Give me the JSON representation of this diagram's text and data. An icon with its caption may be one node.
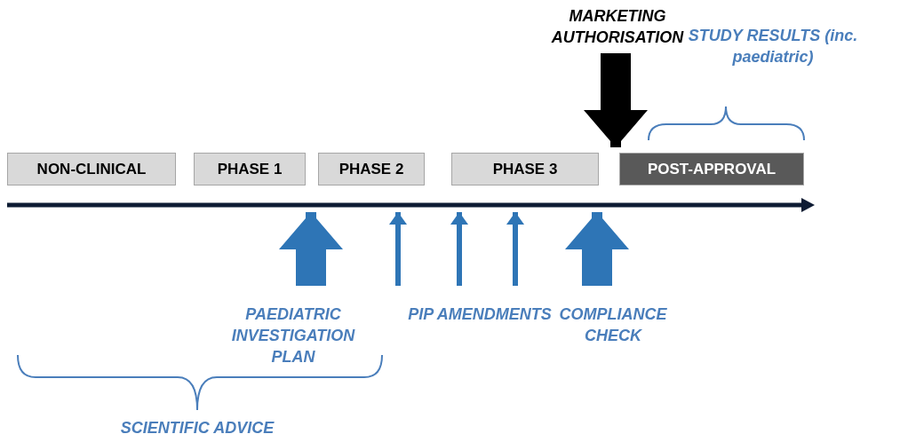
{
  "diagram": {
    "nodes": [
      {
        "text": [
          "NON-CLINICAL"
        ]
      },
      {
        "text": [
          "PHASE 1"
        ]
      },
      {
        "text": [
          "PHASE 2"
        ]
      },
      {
        "text": [
          "PHASE 3"
        ]
      },
      {
        "text": [
          "POST-APPROVAL"
        ]
      },
      {
        "text": [
          "MARKETING AUTHORISATION"
        ]
      },
      {
        "text": [
          "PAEDIATRIC INVESTIGATION PLAN"
        ]
      },
      {
        "text": [
          "PIP AMENDMENTS"
        ]
      },
      {
        "text": [
          "COMPLIANCE CHECK"
        ]
      },
      {
        "text": [],
        "shape": "bar"
      }
    ],
    "edges": [
      {
        "from": 5,
        "to": 9,
        "arrow": "to",
        "style": "thick",
        "color": "#000000"
      },
      {
        "from": 6,
        "to": 9,
        "arrow": "to",
        "style": "thick"
      },
      {
        "from": 7,
        "to": 9,
        "arrow": "to"
      },
      {
        "from": 7,
        "to": 9,
        "arrow": "to"
      },
      {
        "from": 7,
        "to": 9,
        "arrow": "to"
      },
      {
        "from": 8,
        "to": 9,
        "arrow": "to",
        "style": "thick"
      }
    ],
    "labels": [
      "STUDY RESULTS (inc. paediatric)",
      "SCIENTIFIC ADVICE"
    ]
  }
}
